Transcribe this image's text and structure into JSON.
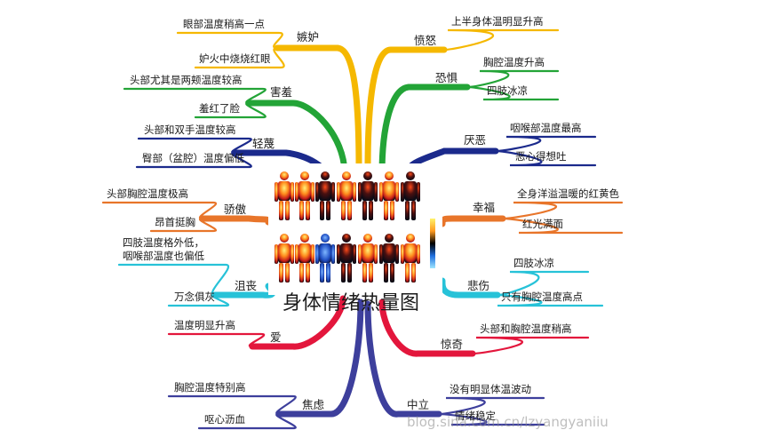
{
  "title": "身体情绪热量图",
  "watermark": "blog.sina.com.cn/lzyangyaniiu",
  "colors": {
    "yellow": "#f5b800",
    "green": "#23a437",
    "navy": "#1b2a8c",
    "orange": "#e8752a",
    "cyan": "#27c2d8",
    "red": "#e3163c",
    "indigo": "#3d3f9c",
    "panel": "#ffffff"
  },
  "branches": [
    {
      "key": "jealousy",
      "label": "嫉妒",
      "color": "yellow",
      "leaves": [
        "眼部温度稍高一点",
        "妒火中烧烧红眼"
      ]
    },
    {
      "key": "shame",
      "label": "害羞",
      "color": "green",
      "leaves": [
        "头部尤其是两颊温度较高",
        "羞红了脸"
      ]
    },
    {
      "key": "contempt",
      "label": "轻蔑",
      "color": "navy",
      "leaves": [
        "头部和双手温度较高",
        "臀部（盆腔）温度偏低"
      ]
    },
    {
      "key": "pride",
      "label": "骄傲",
      "color": "orange",
      "leaves": [
        "头部胸腔温度极高",
        "昂首挺胸"
      ]
    },
    {
      "key": "depression",
      "label": "沮丧",
      "color": "cyan",
      "leaves": [
        "四肢温度格外低，\n咽喉部温度也偏低",
        "万念俱灰"
      ]
    },
    {
      "key": "love",
      "label": "爱",
      "color": "red",
      "leaves": [
        "温度明显升高"
      ]
    },
    {
      "key": "anxiety",
      "label": "焦虑",
      "color": "indigo",
      "leaves": [
        "胸腔温度特别高",
        "呕心沥血"
      ]
    },
    {
      "key": "anger",
      "label": "愤怒",
      "color": "yellow",
      "leaves": [
        "上半身体温明显升高"
      ]
    },
    {
      "key": "fear",
      "label": "恐惧",
      "color": "green",
      "leaves": [
        "胸腔温度升高",
        "四肢冰凉"
      ]
    },
    {
      "key": "disgust",
      "label": "厌恶",
      "color": "navy",
      "leaves": [
        "咽喉部温度最高",
        "恶心得想吐"
      ]
    },
    {
      "key": "happiness",
      "label": "幸福",
      "color": "orange",
      "leaves": [
        "全身洋溢温暖的红黄色",
        "红光满面"
      ]
    },
    {
      "key": "sadness",
      "label": "悲伤",
      "color": "cyan",
      "leaves": [
        "四肢冰凉",
        "只有胸腔温度高点"
      ]
    },
    {
      "key": "surprise",
      "label": "惊奇",
      "color": "red",
      "leaves": [
        "头部和胸腔温度稍高"
      ]
    },
    {
      "key": "neutral",
      "label": "中立",
      "color": "indigo",
      "leaves": [
        "没有明显体温波动",
        "情绪稳定"
      ]
    }
  ]
}
